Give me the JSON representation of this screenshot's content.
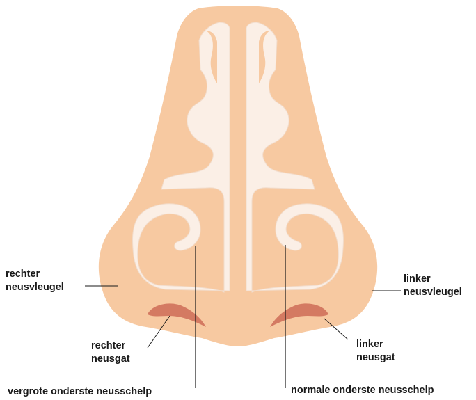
{
  "colors": {
    "skin": "#f7c9a1",
    "cavity": "#fbefe6",
    "nostril": "#d47a62",
    "leader": "#1a1a1a",
    "text": "#1a1a1a"
  },
  "labels": {
    "rechter_neusvleugel": {
      "line1": "rechter",
      "line2": "neusvleugel"
    },
    "linker_neusvleugel": {
      "line1": "linker",
      "line2": "neusvleugel"
    },
    "rechter_neusgat": {
      "line1": "rechter",
      "line2": "neusgat"
    },
    "linker_neusgat": {
      "line1": "linker",
      "line2": "neusgat"
    },
    "vergrote_neusschelp": "vergrote onderste neusschelp",
    "normale_neusschelp": "normale onderste neusschelp"
  }
}
